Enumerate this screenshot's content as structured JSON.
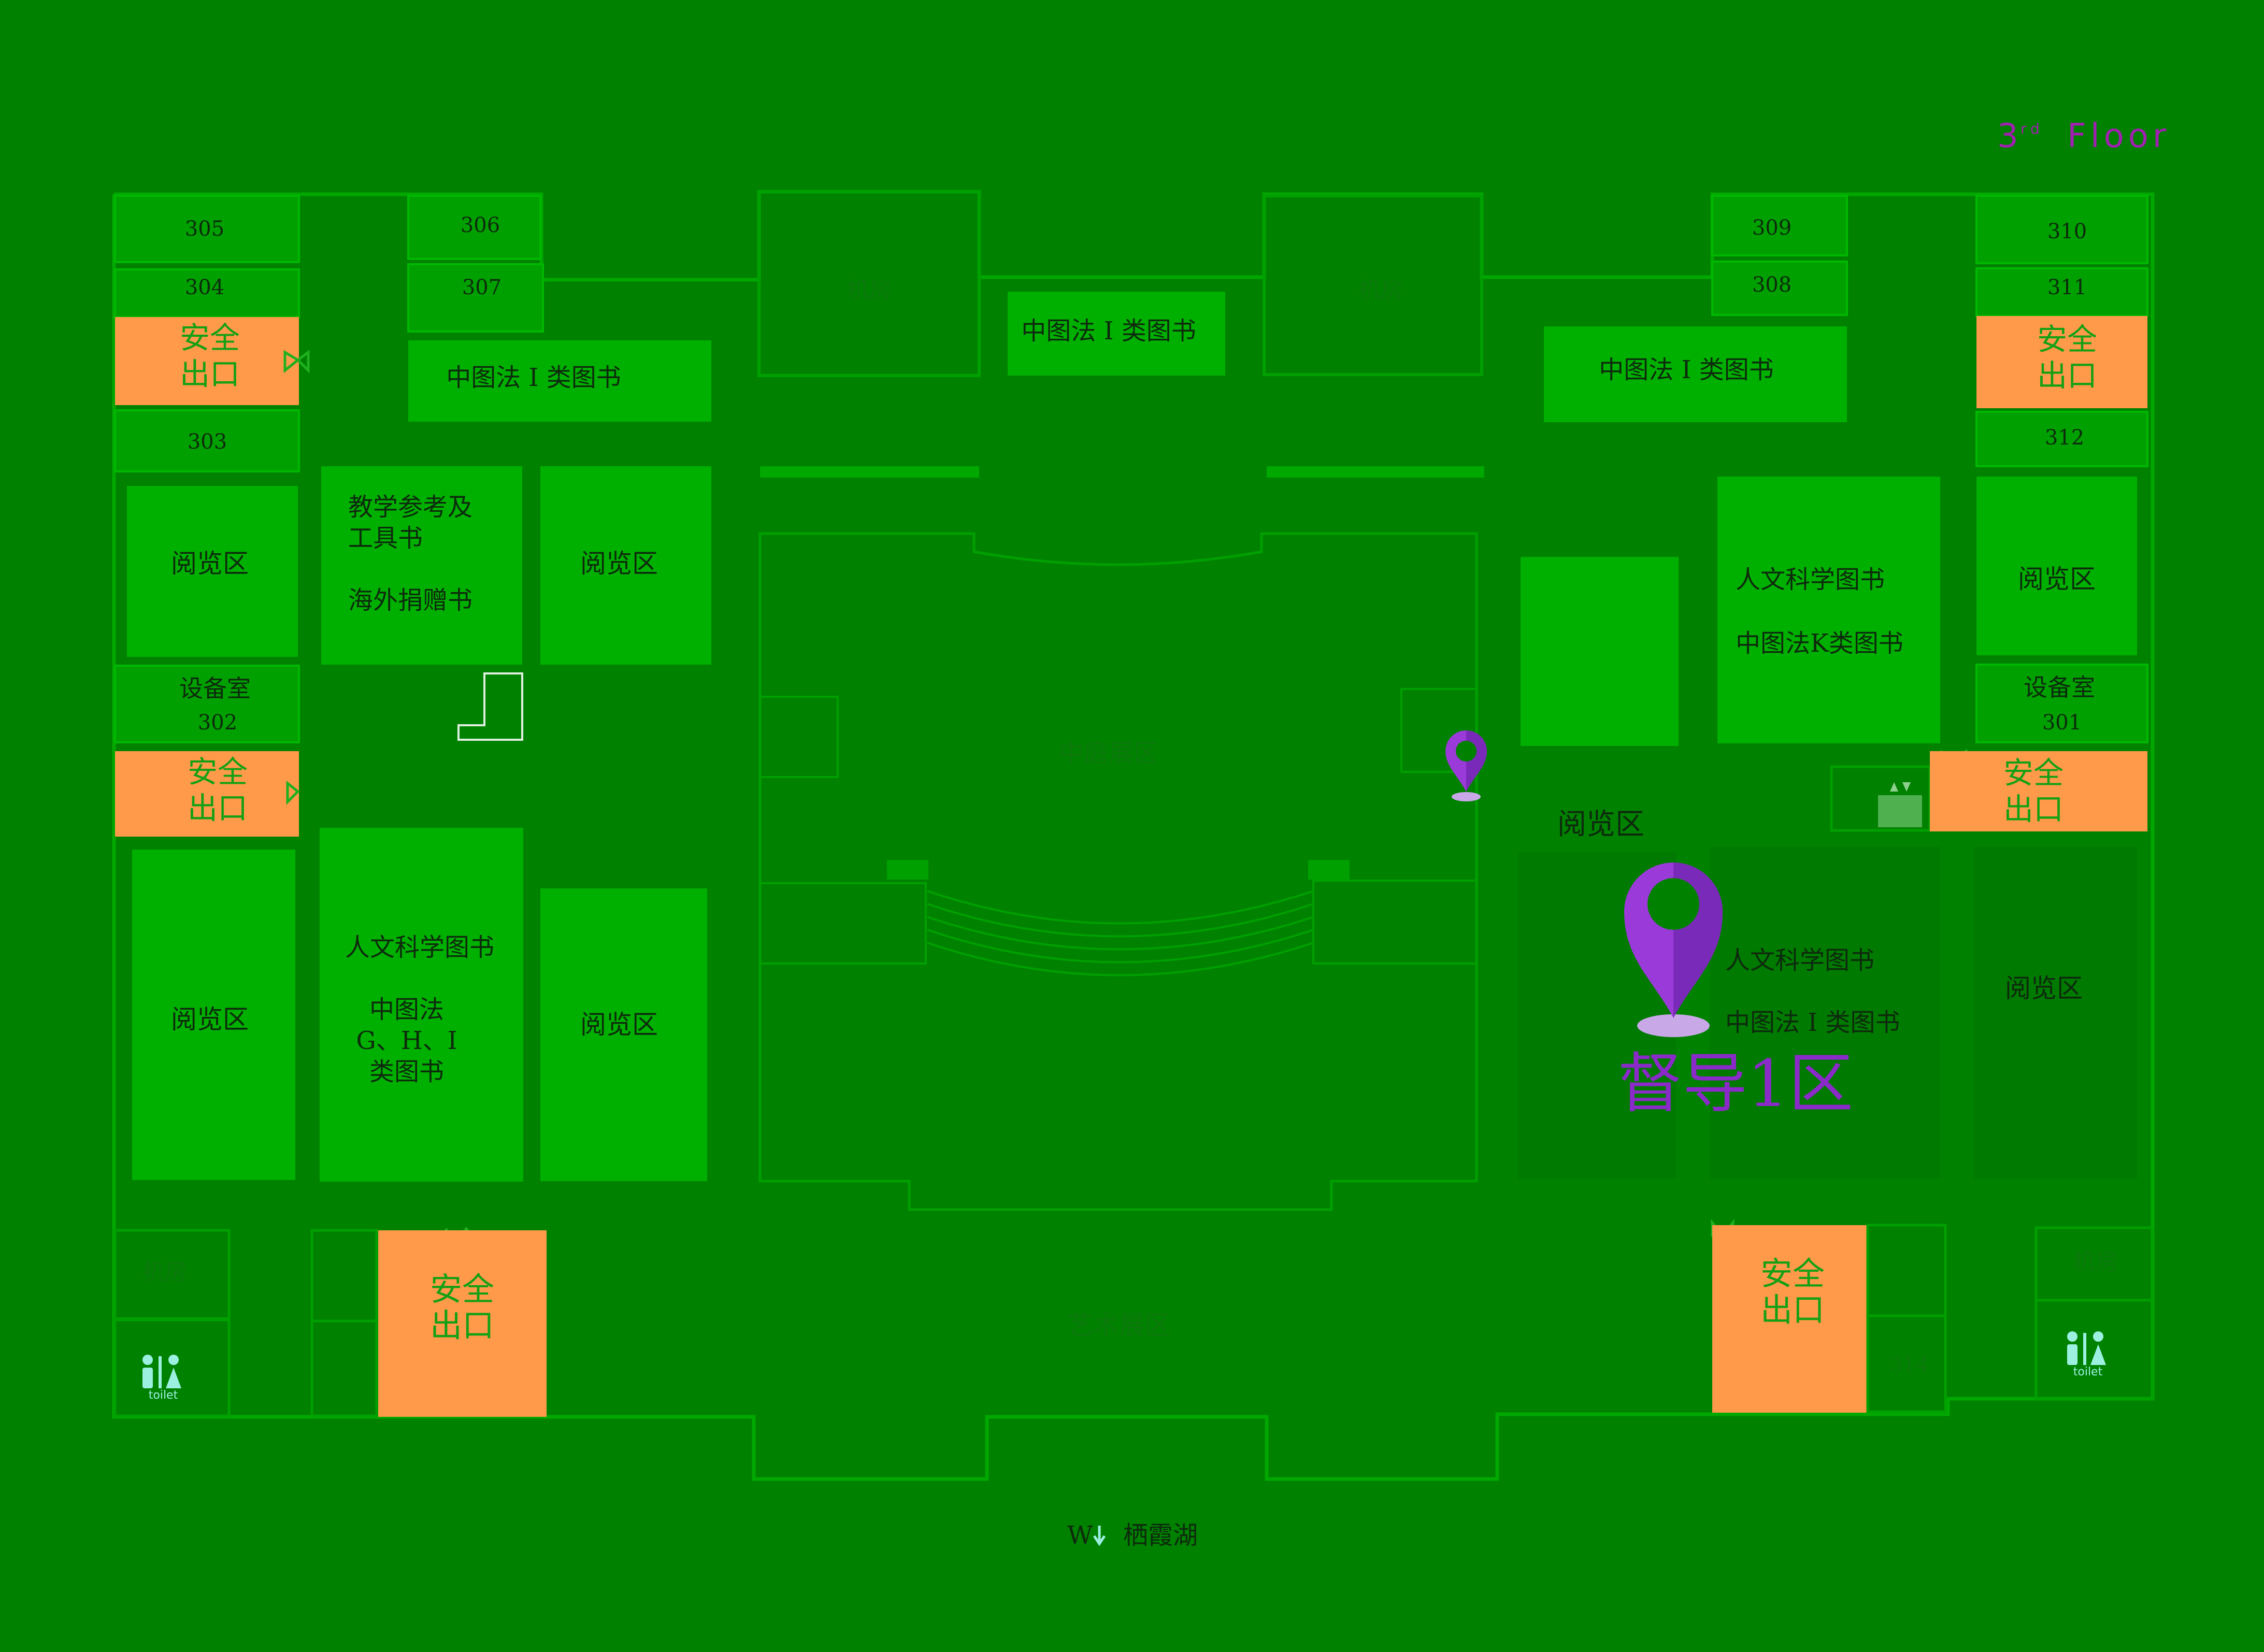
{
  "map": {
    "floor_label": "3rd Floor",
    "floor_number": "3",
    "floor_suffix": "rd",
    "floor_word": "Floor",
    "direction": {
      "letter": "W",
      "lake": "栖霞湖"
    },
    "zone_label": "督导1区",
    "colors": {
      "background": "#008100",
      "room_bright": "#00b000",
      "room_mid": "#009a00",
      "room_dark": "#007a00",
      "outline": "#00a800",
      "exit": "#ff9a4a",
      "marker": "#9a3ad8",
      "marker_dark": "#7a2ab8",
      "toilet_icon": "#9cf0e0"
    },
    "rooms": {
      "r305": "305",
      "r304": "304",
      "r303": "303",
      "r306": "306",
      "r307": "307",
      "r309": "309",
      "r308": "308",
      "r310": "310",
      "r311": "311",
      "r312": "312",
      "r302": "302",
      "r301": "301",
      "r314": "314",
      "equip_room": "设备室",
      "machine_room": "机房",
      "reading": "阅览区",
      "clc_i_books": "中图法 I 类图书",
      "teaching_ref_line1": "教学参考及",
      "teaching_ref_line2": "工具书",
      "overseas_donations": "海外捐赠书",
      "humanities": "人文科学图书",
      "clc_k_books": "中图法K类图书",
      "clc_ghi_line1": "中图法",
      "clc_ghi_line2": "G、H、I",
      "clc_ghi_line3": "类图书",
      "clc_i_books_2": "中图法 I 类图书",
      "atrium": "中庭展区",
      "art_exhibit": "艺术展区",
      "toilet": "toilet"
    },
    "exits": {
      "line1": "安全",
      "line2": "出口"
    },
    "icons": [
      "location-pin-icon",
      "toilet-icon",
      "elevator-icon",
      "exit-door-icon",
      "stairs-icon",
      "direction-arrow-icon"
    ]
  }
}
